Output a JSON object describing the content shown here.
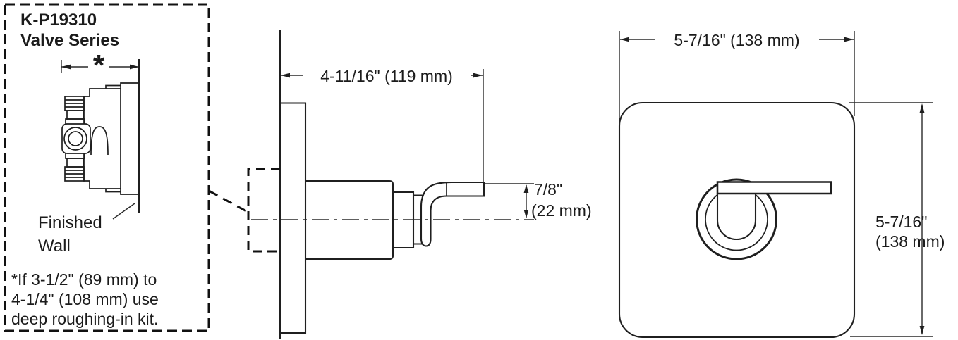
{
  "inset_panel": {
    "title_line1": "K-P19310",
    "title_line2": "Valve Series",
    "depth_dimension_symbol": "*",
    "finished_wall_line1": "Finished",
    "finished_wall_line2": "Wall",
    "note_line1": "*If 3-1/2\" (89 mm) to",
    "note_line2": "4-1/4\" (108 mm) use",
    "note_line3": "deep roughing-in kit."
  },
  "side_view": {
    "depth_dimension": "4-11/16\" (119 mm)",
    "handle_offset_dimension_line1": "7/8\"",
    "handle_offset_dimension_line2": "(22 mm)"
  },
  "front_view": {
    "width_dimension": "5-7/16\" (138 mm)",
    "height_dimension_line1": "5-7/16\"",
    "height_dimension_line2": "(138 mm)"
  },
  "colors": {
    "line": "#1f1f1f",
    "background": "#ffffff"
  }
}
